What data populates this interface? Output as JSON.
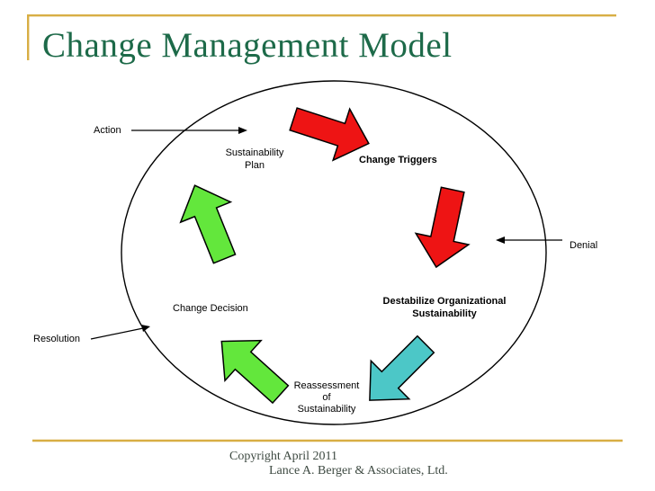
{
  "slide": {
    "title": "Change Management Model"
  },
  "diagram": {
    "outside_labels": {
      "action": "Action",
      "denial": "Denial",
      "resolution": "Resolution"
    },
    "inside_labels": {
      "sustainability_plan": [
        "Sustainability",
        "Plan"
      ],
      "change_triggers": "Change Triggers",
      "destabilize": [
        "Destabilize Organizational",
        "Sustainability"
      ],
      "change_decision": "Change Decision",
      "reassessment": [
        "Reassessment",
        "of",
        "Sustainability"
      ]
    }
  },
  "footer": {
    "copyright": "Copyright April 2011",
    "company": "Lance A. Berger & Associates, Ltd."
  },
  "colors": {
    "title_green": "#1D6A49",
    "gold": "#D8AE44",
    "arrow_red": "#EE1414",
    "arrow_green": "#63E73C",
    "arrow_teal": "#4CC7C7",
    "ellipse_stroke": "#000000",
    "footer_text": "#3E4A42"
  }
}
